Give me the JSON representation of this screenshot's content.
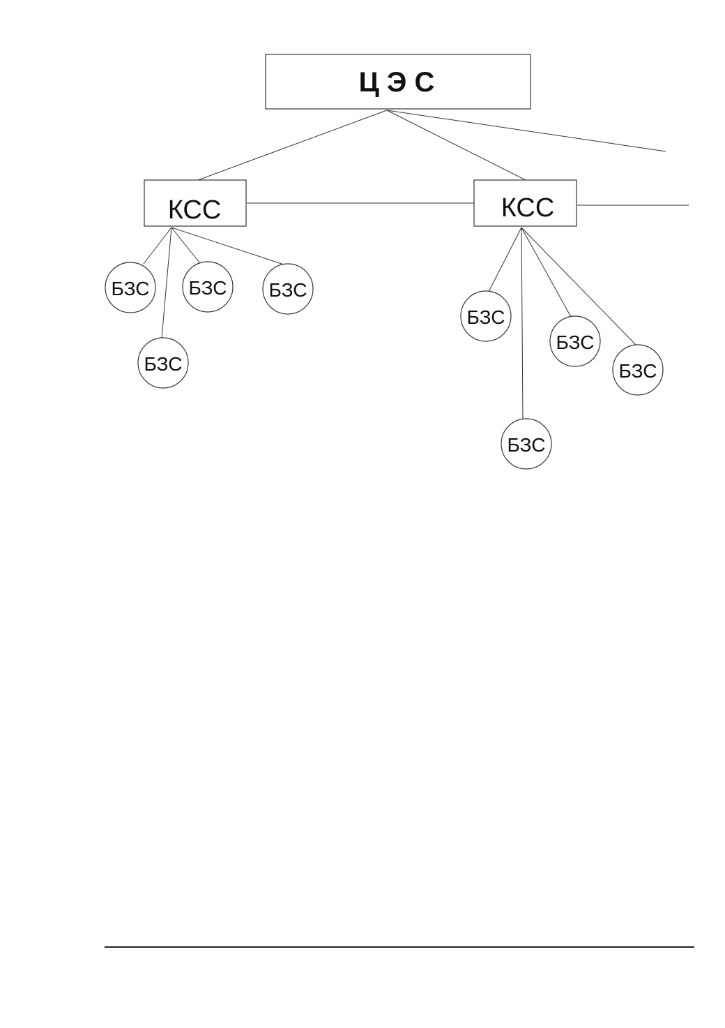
{
  "diagram": {
    "root": {
      "label": "Ц Э С"
    },
    "ksc_left": {
      "label": "КСС"
    },
    "ksc_right": {
      "label": "КСС"
    },
    "bzs_left": [
      {
        "label": "БЗС"
      },
      {
        "label": "БЗС"
      },
      {
        "label": "БЗС"
      },
      {
        "label": "БЗС"
      }
    ],
    "bzs_right": [
      {
        "label": "БЗС"
      },
      {
        "label": "БЗС"
      },
      {
        "label": "БЗС"
      },
      {
        "label": "БЗС"
      }
    ]
  },
  "colors": {
    "stroke": "#333333",
    "text": "#111111",
    "background": "#ffffff"
  }
}
